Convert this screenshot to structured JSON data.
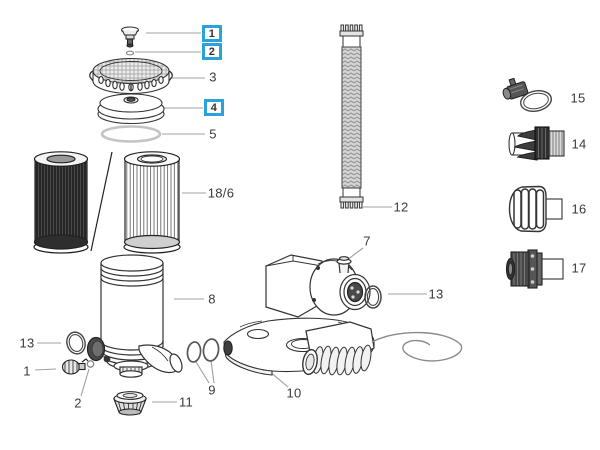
{
  "diagram": {
    "description": "Exploded parts diagram of a cartridge filter pump system",
    "colors": {
      "highlight_blue": "#29A3DC",
      "line_dark": "#333333",
      "leader_gray": "#a0a0a0",
      "text": "#3a3a3a"
    },
    "callouts": {
      "air_release_valve": {
        "label": "1",
        "highlighted": true
      },
      "valve_oring": {
        "label": "2",
        "highlighted": true
      },
      "lock_ring": {
        "label": "3",
        "highlighted": false
      },
      "tank_lid": {
        "label": "4",
        "highlighted": true
      },
      "lid_oring": {
        "label": "5",
        "highlighted": false
      },
      "filter_cartridge": {
        "label": "18/6",
        "highlighted": false
      },
      "filter_tank": {
        "label": "8",
        "highlighted": false
      },
      "tank_oring": {
        "label": "13",
        "highlighted": false
      },
      "drain_valve": {
        "label": "1",
        "highlighted": false
      },
      "drain_oring": {
        "label": "2",
        "highlighted": false
      },
      "drain_cap": {
        "label": "11",
        "highlighted": false
      },
      "outlet_orings": {
        "label": "9",
        "highlighted": false
      },
      "pump_base": {
        "label": "10",
        "highlighted": false
      },
      "pump_valve": {
        "label": "7",
        "highlighted": false
      },
      "pump_oring": {
        "label": "13",
        "highlighted": false
      },
      "hose": {
        "label": "12",
        "highlighted": false
      },
      "hose_clamp": {
        "label": "15",
        "highlighted": false
      },
      "hose_adapter": {
        "label": "14",
        "highlighted": false
      },
      "strainer_nut": {
        "label": "16",
        "highlighted": false
      },
      "inlet_fitting": {
        "label": "17",
        "highlighted": false
      }
    }
  }
}
